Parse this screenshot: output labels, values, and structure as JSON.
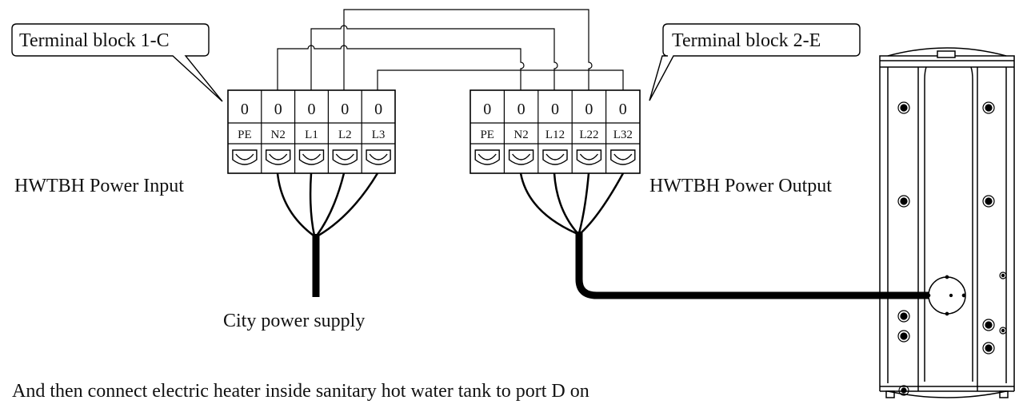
{
  "callouts": {
    "left": "Terminal block 1-C",
    "right": "Terminal block 2-E"
  },
  "block_input": {
    "label": "HWTBH Power Input",
    "terminals": [
      "PE",
      "N2",
      "L1",
      "L2",
      "L3"
    ],
    "slot_glyph": "0"
  },
  "block_output": {
    "label": "HWTBH Power Output",
    "terminals": [
      "PE",
      "N2",
      "L12",
      "L22",
      "L32"
    ],
    "slot_glyph": "0"
  },
  "supply_label": "City power supply",
  "instruction_text": "And then connect electric heater inside sanitary hot water tank to port D on"
}
